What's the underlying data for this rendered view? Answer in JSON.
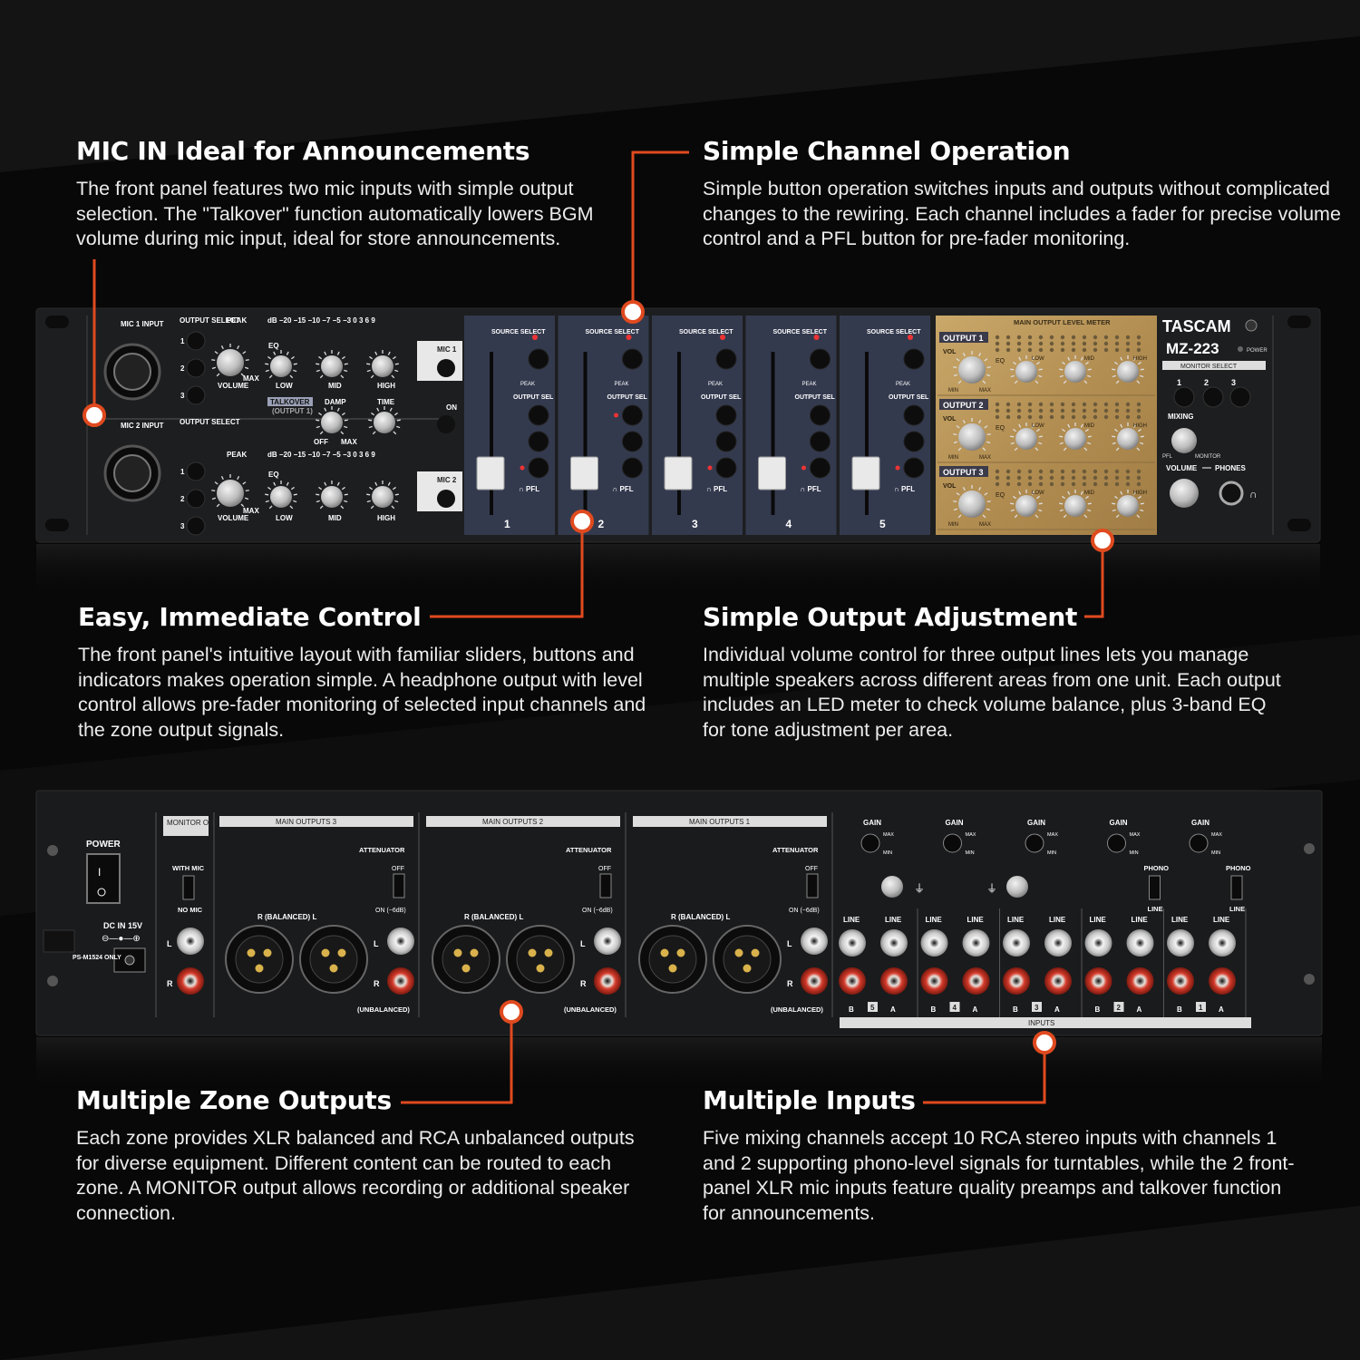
{
  "features": [
    {
      "title": "MIC IN Ideal for Announcements",
      "body": "The front panel features two mic inputs with simple output selection. The \"Talkover\" function automatically lowers BGM volume during mic input, ideal for store announcements."
    },
    {
      "title": "Simple Channel Operation",
      "body": "Simple button operation switches inputs and outputs without complicated changes to the rewiring. Each channel includes a fader for precise volume control and a PFL button for pre-fader monitoring."
    },
    {
      "title": "Easy, Immediate Control",
      "body": "The front panel's intuitive layout with familiar sliders, buttons and indicators makes operation simple. A headphone output with level control allows pre-fader monitoring of selected input channels and the zone output signals."
    },
    {
      "title": "Simple Output Adjustment",
      "body": "Individual volume control for three output lines lets you manage multiple speakers across different areas from one unit. Each output includes an LED meter to check volume balance, plus 3-band EQ for tone adjustment per area."
    },
    {
      "title": "Multiple Zone Outputs",
      "body": "Each zone provides XLR balanced and RCA unbalanced outputs for diverse equipment. Different content can be routed to each zone. A MONITOR output allows recording or additional speaker connection."
    },
    {
      "title": "Multiple Inputs",
      "body": "Five mixing channels accept 10 RCA stereo inputs with channels 1 and 2 supporting phono-level signals for turntables, while the 2 front-panel XLR mic inputs feature quality preamps and talkover function for announcements."
    }
  ],
  "front_panel": {
    "brand": "TASCAM",
    "model": "MZ-223",
    "power_label": "POWER",
    "monitor_select": "MONITOR SELECT",
    "monitor_buttons": [
      "1",
      "2",
      "3"
    ],
    "mixing_label": "MIXING",
    "pfl_label": "PFL",
    "monitor_label": "MONITOR",
    "volume_label": "VOLUME",
    "phones_label": "PHONES",
    "meter_title": "MAIN OUTPUT LEVEL METER",
    "mic1_label": "MIC 1 INPUT",
    "mic2_label": "MIC 2 INPUT",
    "output_select": "OUTPUT SELECT",
    "peak": "PEAK",
    "meter_scale": [
      "dB",
      "−20",
      "−15",
      "−10",
      "−7",
      "−5",
      "−3",
      "0",
      "3",
      "6",
      "9"
    ],
    "eq": "EQ",
    "low": "LOW",
    "mid": "MID",
    "high": "HIGH",
    "max": "MAX",
    "talkover": "TALKOVER",
    "talkover_sub": "(OUTPUT 1)",
    "damp": "DAMP",
    "time": "TIME",
    "off": "OFF",
    "on": "ON",
    "mic1_button": "MIC 1",
    "mic2_button": "MIC 2",
    "source_select": "SOURCE SELECT",
    "output_sel": "OUTPUT SEL",
    "channels": [
      "1",
      "2",
      "3",
      "4",
      "5"
    ],
    "outputs": [
      "OUTPUT 1",
      "OUTPUT 2",
      "OUTPUT 3"
    ],
    "vol": "VOL",
    "min": "MIN"
  },
  "rear_panel": {
    "power": "POWER",
    "dc_in": "DC IN 15V",
    "adapter": "PS-M1524 ONLY",
    "monitor_out": "MONITOR OUT",
    "with_mic": "WITH MIC",
    "no_mic": "NO MIC",
    "main_outputs": [
      "MAIN OUTPUTS 3",
      "MAIN OUTPUTS 2",
      "MAIN OUTPUTS 1"
    ],
    "attenuator": "ATTENUATOR",
    "att_off": "OFF",
    "att_on": "ON (−6dB)",
    "balanced": "R  (BALANCED)  L",
    "unbalanced": "(UNBALANCED)",
    "gain": "GAIN",
    "phono": "PHONO",
    "line": "LINE",
    "inputs": "INPUTS",
    "input_channels": [
      "5",
      "4",
      "3",
      "2",
      "1"
    ]
  }
}
